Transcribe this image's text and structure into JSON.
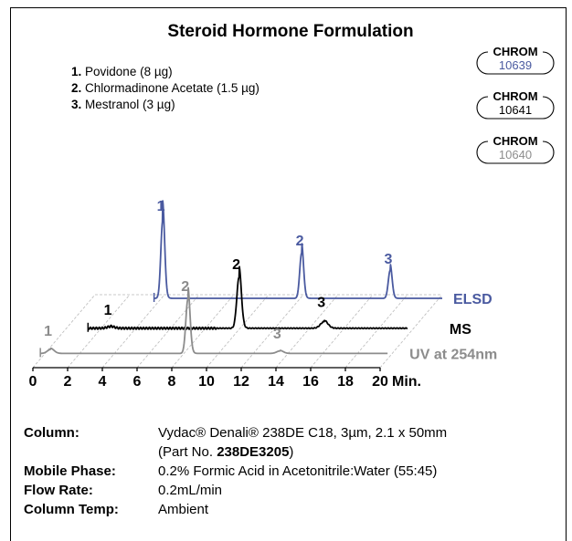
{
  "chart_data": {
    "type": "line",
    "title": "Steroid Hormone Formulation",
    "x_axis": {
      "ticks": [
        0,
        2,
        4,
        6,
        8,
        10,
        12,
        14,
        16,
        18,
        20
      ],
      "unit_label": "Min.",
      "range": [
        0,
        20
      ]
    },
    "legend": [
      {
        "num": "1.",
        "text": "Povidone (8 µg)"
      },
      {
        "num": "2.",
        "text": "Chlormadinone Acetate (1.5 µg)"
      },
      {
        "num": "3.",
        "text": "Mestranol (3 µg)"
      }
    ],
    "series": [
      {
        "name": "ELSD",
        "color": "#4a5aa0",
        "peaks": [
          {
            "label": "1",
            "time": 3.9,
            "height": 0.95
          },
          {
            "label": "2",
            "time": 11.9,
            "height": 0.55
          },
          {
            "label": "3",
            "time": 17.0,
            "height": 0.34
          }
        ]
      },
      {
        "name": "MS",
        "color": "#000000",
        "peaks": [
          {
            "label": "1",
            "time": 2.9,
            "height": 0.02
          },
          {
            "label": "2",
            "time": 10.3,
            "height": 0.62
          },
          {
            "label": "3",
            "time": 15.2,
            "height": 0.08
          }
        ]
      },
      {
        "name": "UV at 254nm",
        "color": "#8c8c8c",
        "peaks": [
          {
            "label": "1",
            "time": 0.6,
            "height": 0.05
          },
          {
            "label": "2",
            "time": 8.5,
            "height": 0.66
          },
          {
            "label": "3",
            "time": 13.8,
            "height": 0.03
          }
        ]
      }
    ]
  },
  "badges": [
    {
      "top": "CHROM",
      "num": "10639",
      "color": "#4a5aa0"
    },
    {
      "top": "CHROM",
      "num": "10641",
      "color": "#000000"
    },
    {
      "top": "CHROM",
      "num": "10640",
      "color": "#8c8c8c"
    }
  ],
  "conditions": {
    "column_label": "Column:",
    "column_value_prefix": "Vydac® Denali® 238DE C18, 3µm, 2.1 x 50mm",
    "column_part_prefix": "(Part No. ",
    "column_part_number": "238DE3205",
    "column_part_suffix": ")",
    "mobile_phase_label": "Mobile Phase:",
    "mobile_phase_value": "0.2% Formic Acid in Acetonitrile:Water (55:45)",
    "flow_rate_label": "Flow Rate:",
    "flow_rate_value": "0.2mL/min",
    "column_temp_label": "Column Temp:",
    "column_temp_value": "Ambient"
  }
}
